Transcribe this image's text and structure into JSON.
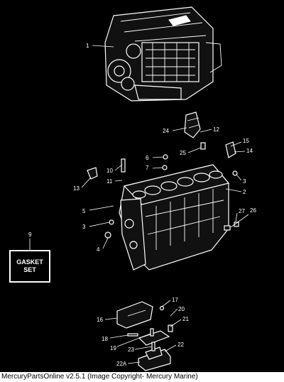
{
  "diagram": {
    "gasket_set": {
      "ref": "9",
      "line1": "GASKET",
      "line2": "SET"
    },
    "callouts": [
      "1",
      "24",
      "12",
      "15",
      "14",
      "6",
      "25",
      "7",
      "10",
      "11",
      "13",
      "3",
      "2",
      "5",
      "3",
      "27",
      "26",
      "4",
      "17",
      "20",
      "16",
      "21",
      "18",
      "19",
      "23",
      "22",
      "22A"
    ]
  },
  "footer": {
    "caption": "MercuryPartsOnline v2.5.1 (Image Copyright- Mercury Marine)"
  }
}
